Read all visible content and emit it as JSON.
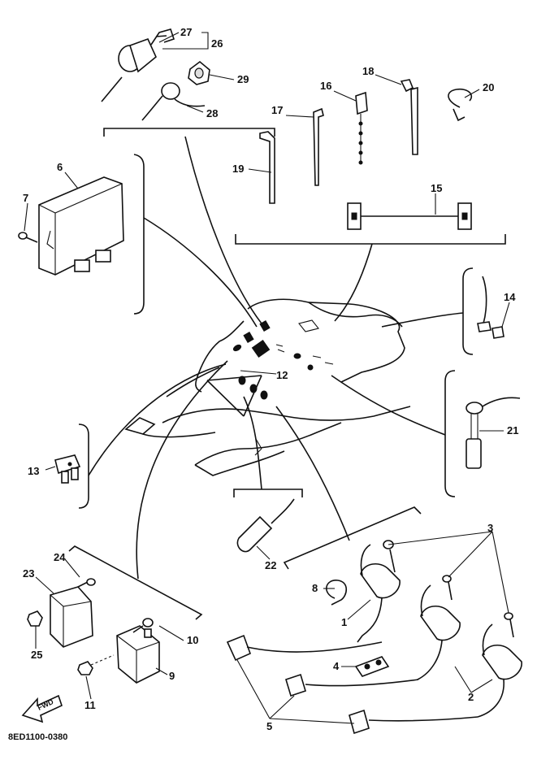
{
  "diagram": {
    "code": "8ED1100-0380",
    "fwd_label": "FWD",
    "callouts": [
      "1",
      "2",
      "3",
      "4",
      "5",
      "6",
      "7",
      "8",
      "9",
      "10",
      "11",
      "12",
      "13",
      "14",
      "15",
      "16",
      "17",
      "18",
      "19",
      "20",
      "21",
      "22",
      "23",
      "24",
      "25",
      "26",
      "27",
      "28",
      "29"
    ]
  }
}
